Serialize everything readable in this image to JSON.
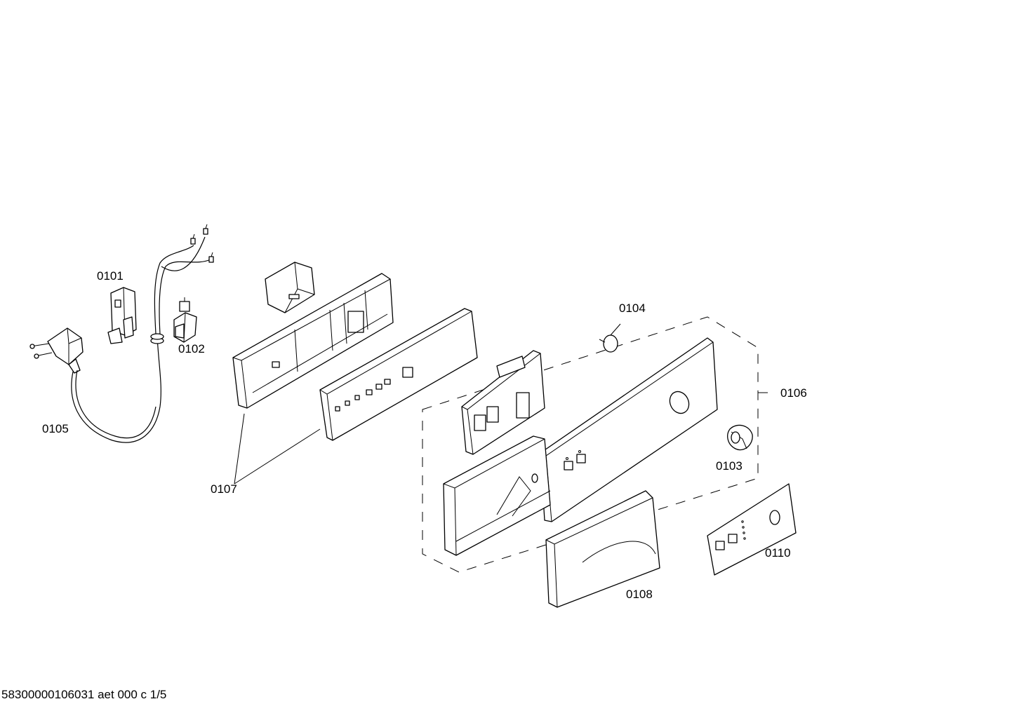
{
  "labels": {
    "p0101": "0101",
    "p0102": "0102",
    "p0103": "0103",
    "p0104": "0104",
    "p0105": "0105",
    "p0106": "0106",
    "p0107": "0107",
    "p0108": "0108",
    "p0110": "0110"
  },
  "footer": "58300000106031 aet 000 c 1/5"
}
